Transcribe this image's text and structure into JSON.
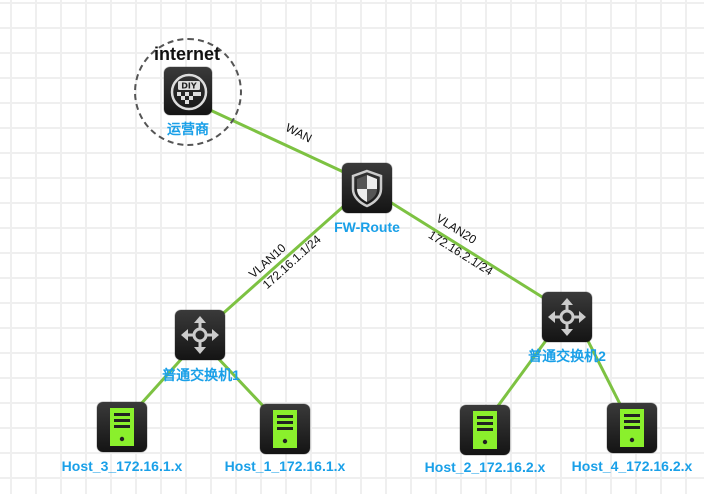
{
  "diagram": {
    "zone": {
      "label": "internet",
      "icon": "diy-globe-icon"
    },
    "nodes": {
      "isp": {
        "label": "运营商",
        "icon": "diy-globe-icon",
        "type": "isp"
      },
      "firewall": {
        "label": "FW-Route",
        "icon": "shield-icon",
        "type": "firewall"
      },
      "switch1": {
        "label": "普通交换机1",
        "icon": "switch-arrows-icon",
        "type": "switch"
      },
      "switch2": {
        "label": "普通交换机2",
        "icon": "switch-arrows-icon",
        "type": "switch"
      },
      "host3": {
        "label": "Host_3_172.16.1.x",
        "icon": "server-icon",
        "type": "host"
      },
      "host1": {
        "label": "Host_1_172.16.1.x",
        "icon": "server-icon",
        "type": "host"
      },
      "host2": {
        "label": "Host_2_172.16.2.x",
        "icon": "server-icon",
        "type": "host"
      },
      "host4": {
        "label": "Host_4_172.16.2.x",
        "icon": "server-icon",
        "type": "host"
      }
    },
    "links": [
      {
        "from": "isp",
        "to": "firewall",
        "labels": [
          "WAN"
        ]
      },
      {
        "from": "firewall",
        "to": "switch1",
        "labels": [
          "VLAN10",
          "172.16.1.1/24"
        ]
      },
      {
        "from": "firewall",
        "to": "switch2",
        "labels": [
          "VLAN20",
          "172.16.2.1/24"
        ]
      },
      {
        "from": "switch1",
        "to": "host3",
        "labels": []
      },
      {
        "from": "switch1",
        "to": "host1",
        "labels": []
      },
      {
        "from": "switch2",
        "to": "host2",
        "labels": []
      },
      {
        "from": "switch2",
        "to": "host4",
        "labels": []
      }
    ],
    "colors": {
      "link": "#7dc242",
      "node_label": "#1aa0e8",
      "host_accent": "#8af02c",
      "icon_bg": "#222222"
    }
  }
}
